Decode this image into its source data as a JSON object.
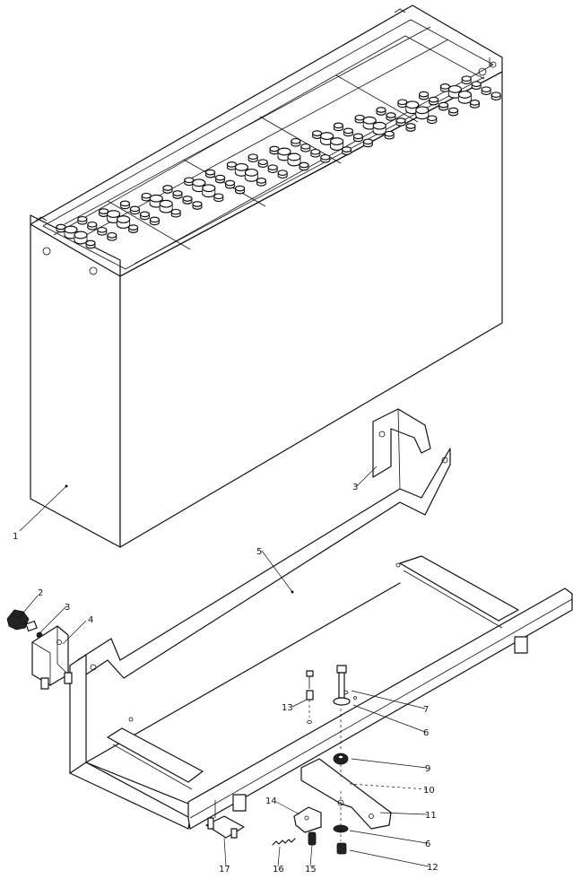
{
  "callouts": [
    {
      "id": "c1",
      "text": "1"
    },
    {
      "id": "c2",
      "text": "2"
    },
    {
      "id": "c3a",
      "text": "3"
    },
    {
      "id": "c3b",
      "text": "3"
    },
    {
      "id": "c4",
      "text": "4"
    },
    {
      "id": "c5",
      "text": "5"
    },
    {
      "id": "c6a",
      "text": "6"
    },
    {
      "id": "c6b",
      "text": "6"
    },
    {
      "id": "c7",
      "text": "7"
    },
    {
      "id": "c9",
      "text": "9"
    },
    {
      "id": "c10",
      "text": "10"
    },
    {
      "id": "c11",
      "text": "11"
    },
    {
      "id": "c12",
      "text": "12"
    },
    {
      "id": "c13",
      "text": "13"
    },
    {
      "id": "c14",
      "text": "14"
    },
    {
      "id": "c15",
      "text": "15"
    },
    {
      "id": "c16",
      "text": "16"
    },
    {
      "id": "c17",
      "text": "17"
    }
  ]
}
